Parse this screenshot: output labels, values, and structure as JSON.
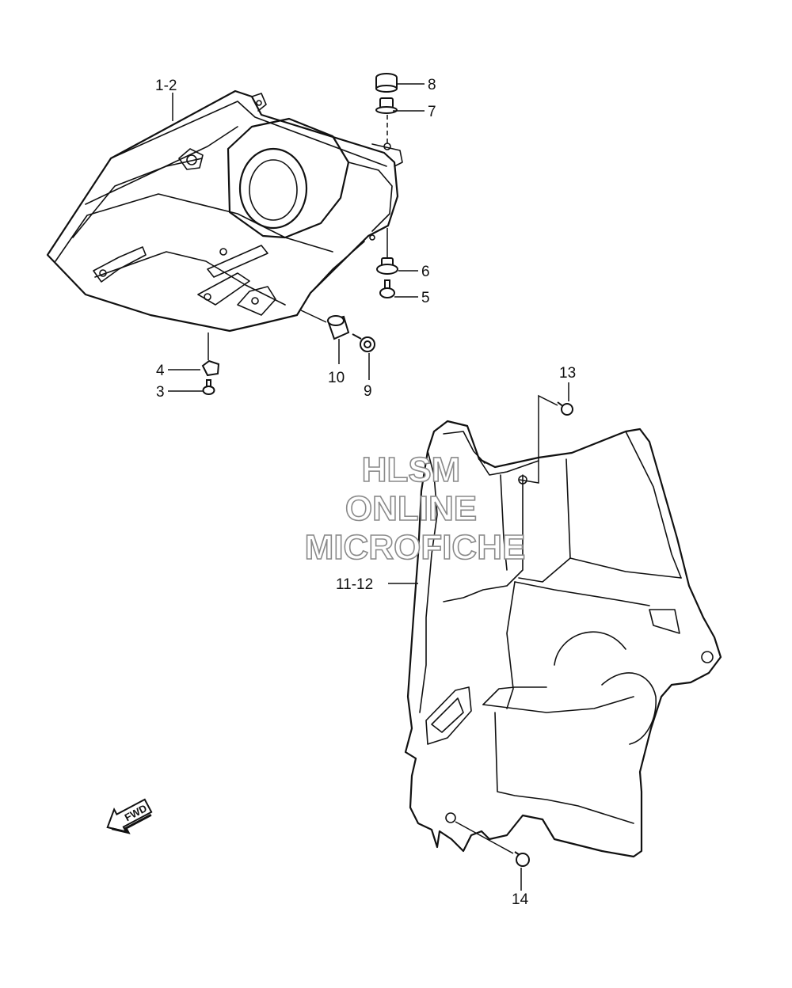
{
  "callouts": {
    "c1_2": "1-2",
    "c3": "3",
    "c4": "4",
    "c5": "5",
    "c6": "6",
    "c7": "7",
    "c8": "8",
    "c9": "9",
    "c10": "10",
    "c11_12": "11-12",
    "c13": "13",
    "c14": "14"
  },
  "watermark": {
    "line1": "HLSM",
    "line2": "ONLINE",
    "line3": "MICROFICHE"
  },
  "direction_label": "FWD"
}
